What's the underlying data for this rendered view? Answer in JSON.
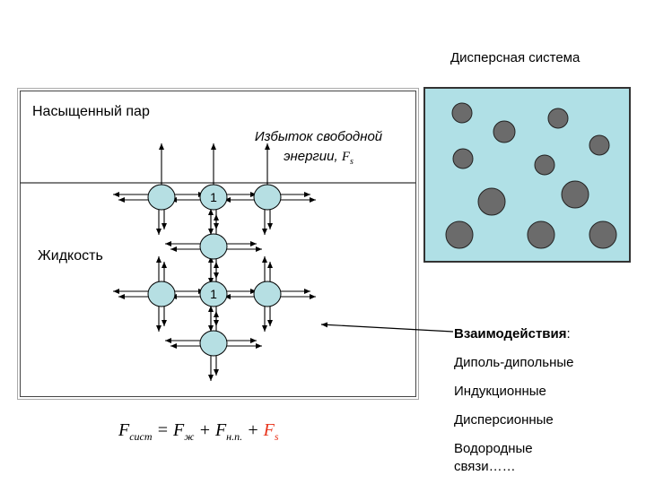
{
  "disperse_system": {
    "title": "Дисперсная система",
    "colors": {
      "background": "#b0e0e6",
      "particle": "#6b6b6b"
    }
  },
  "diagram": {
    "saturated_vapor_label": "Насыщенный пар",
    "liquid_label": "Жидкость",
    "excess_energy": {
      "line1": "Избыток свободной",
      "line2_prefix": "энергии, ",
      "symbol": "F",
      "subscript": "s"
    },
    "molecule_label": "1",
    "colors": {
      "molecule_fill": "#b6dfe3",
      "red": "#e8341c"
    }
  },
  "formula": {
    "lhs_symbol": "F",
    "lhs_sub": "сист",
    "eq": " = ",
    "t1_symbol": "F",
    "t1_sub": "ж",
    "plus": " + ",
    "t2_symbol": "F",
    "t2_sub": "н.п.",
    "t3_symbol": "F",
    "t3_sub": "s"
  },
  "interactions": {
    "title": "Взаимодействия",
    "title_colon": ":",
    "items": [
      "Диполь-дипольные",
      "Индукционные",
      "Дисперсионные",
      "Водородные",
      "связи……"
    ]
  }
}
